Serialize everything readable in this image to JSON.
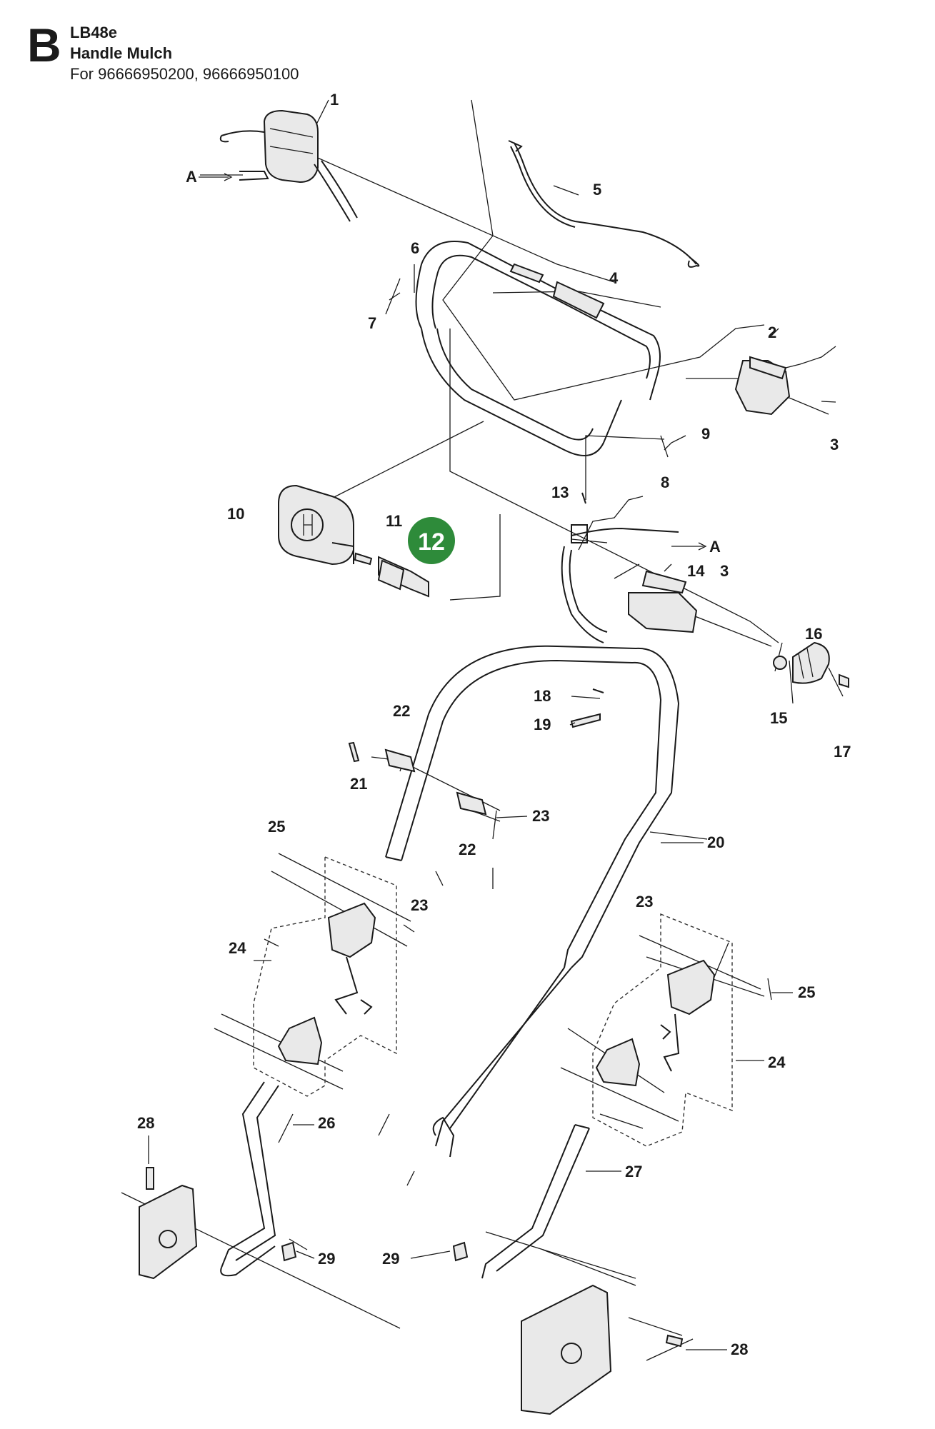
{
  "header": {
    "section_letter": "B",
    "model": "LB48e",
    "title": "Handle Mulch",
    "variants": "For 96666950200, 96666950100"
  },
  "colors": {
    "highlight": "#2e8b3a",
    "ink": "#1a1a1a"
  },
  "highlighted_part": "12",
  "callouts": {
    "c1": "1",
    "c2": "2",
    "c3a": "3",
    "c3b": "3",
    "c4": "4",
    "c5": "5",
    "c6": "6",
    "c7": "7",
    "c8": "8",
    "c9": "9",
    "c10": "10",
    "c11": "11",
    "c12": "12",
    "c13": "13",
    "c14": "14",
    "c15": "15",
    "c16": "16",
    "c17": "17",
    "c18": "18",
    "c19": "19",
    "c20": "20",
    "c21": "21",
    "c22a": "22",
    "c22b": "22",
    "c23a": "23",
    "c23b": "23",
    "c23c": "23",
    "c24a": "24",
    "c24b": "24",
    "c25a": "25",
    "c25b": "25",
    "c26": "26",
    "c27": "27",
    "c28a": "28",
    "c28b": "28",
    "c29a": "29",
    "c29b": "29",
    "ca1": "A",
    "ca2": "A"
  }
}
